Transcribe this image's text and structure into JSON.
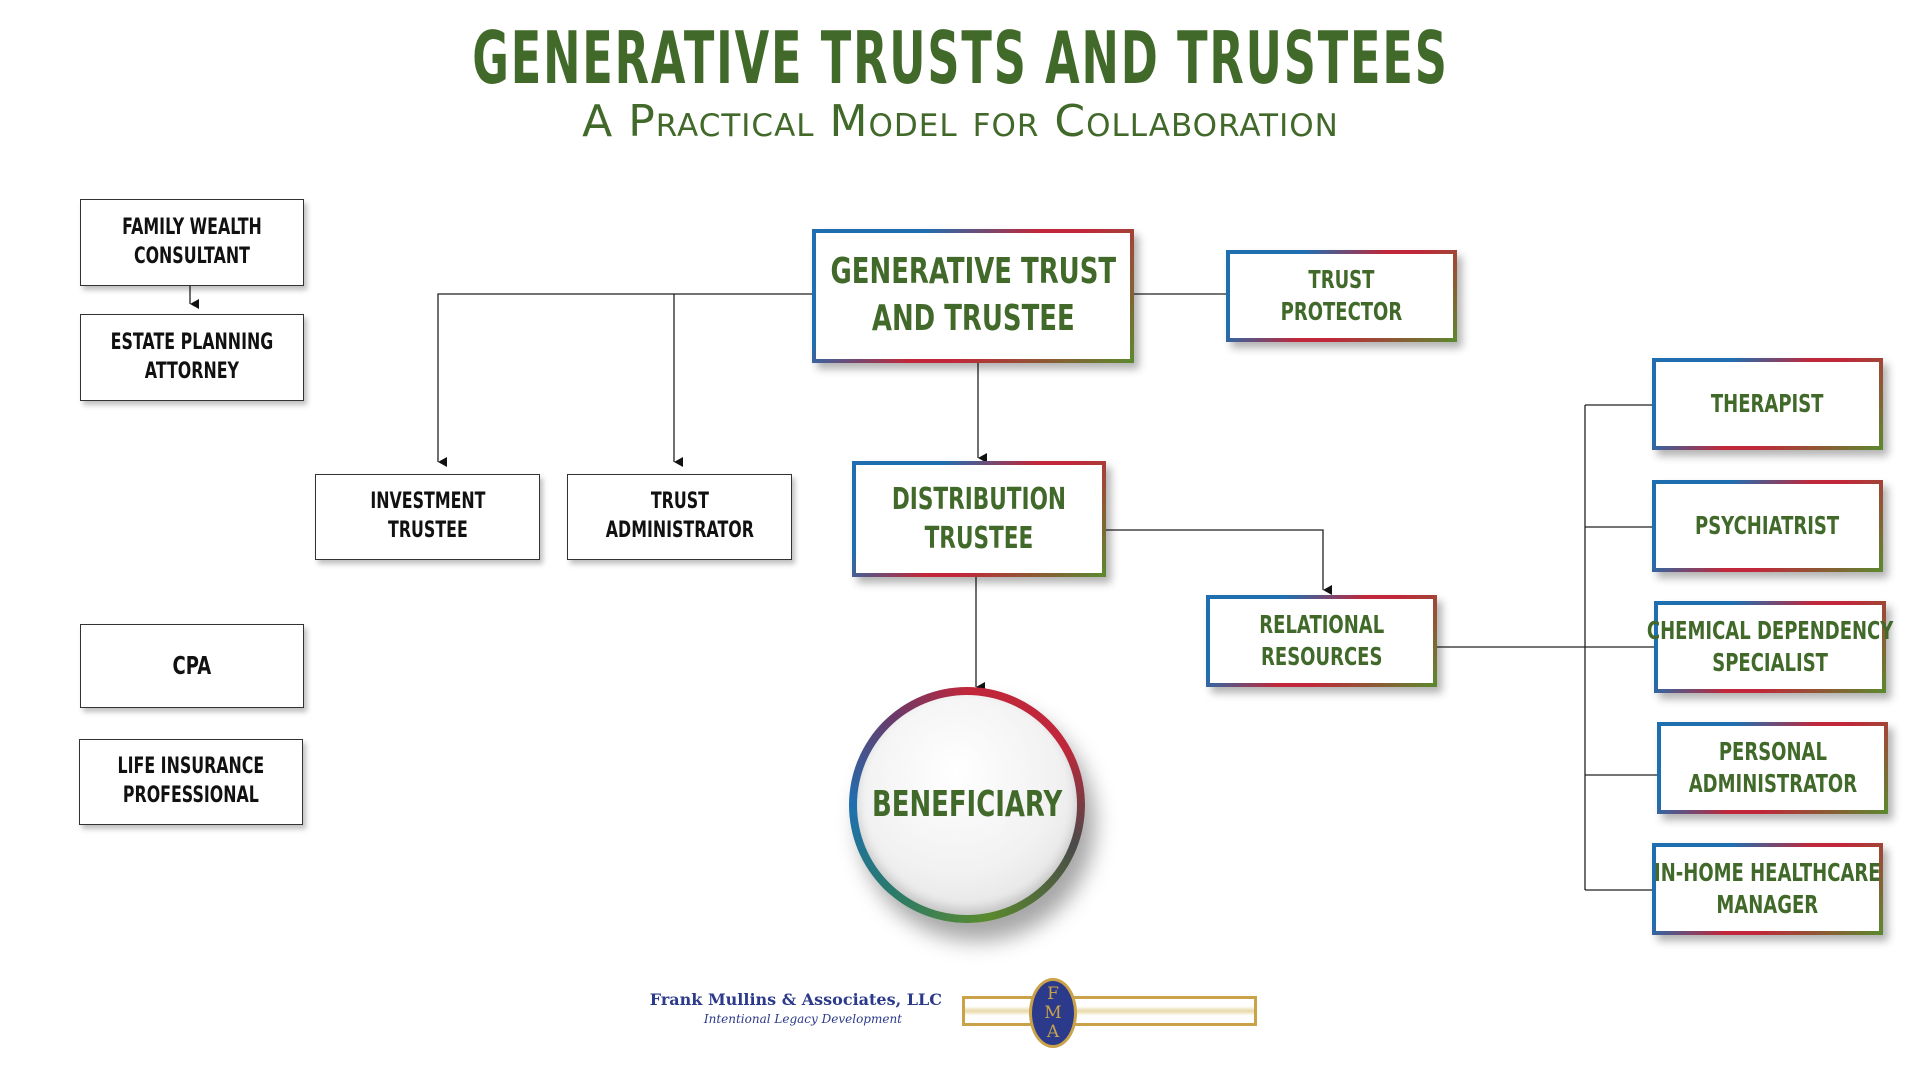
{
  "title": "GENERATIVE TRUSTS AND TRUSTEES",
  "subtitle": "A Practical Model for Collaboration",
  "advisors": {
    "family_wealth_consultant": [
      "FAMILY WEALTH",
      "CONSULTANT"
    ],
    "estate_planning_attorney": [
      "ESTATE PLANNING",
      "ATTORNEY"
    ],
    "cpa": [
      "CPA"
    ],
    "life_insurance_professional": [
      "LIFE INSURANCE",
      "PROFESSIONAL"
    ]
  },
  "trust": {
    "generative_trust": [
      "GENERATIVE TRUST",
      "AND TRUSTEE"
    ],
    "trust_protector": [
      "TRUST",
      "PROTECTOR"
    ],
    "investment_trustee": [
      "INVESTMENT",
      "TRUSTEE"
    ],
    "trust_administrator": [
      "TRUST",
      "ADMINISTRATOR"
    ],
    "distribution_trustee": [
      "DISTRIBUTION",
      "TRUSTEE"
    ],
    "relational_resources": [
      "RELATIONAL",
      "RESOURCES"
    ],
    "beneficiary": "BENEFICIARY"
  },
  "resources": {
    "therapist": [
      "THERAPIST"
    ],
    "psychiatrist": [
      "PSYCHIATRIST"
    ],
    "chemical_dependency": [
      "CHEMICAL DEPENDENCY",
      "SPECIALIST"
    ],
    "personal_administrator": [
      "PERSONAL",
      "ADMINISTRATOR"
    ],
    "in_home_healthcare": [
      "IN-HOME HEALTHCARE",
      "MANAGER"
    ]
  },
  "footer": {
    "company": "Frank Mullins & Associates, LLC",
    "tagline": "Intentional Legacy Development",
    "logo_letters": [
      "F",
      "M",
      "A"
    ]
  },
  "colors": {
    "green": "#41692a",
    "blue": "#1f6fb0",
    "red": "#c0273a",
    "navy": "#2b3a8a",
    "gold": "#c9a24a"
  }
}
